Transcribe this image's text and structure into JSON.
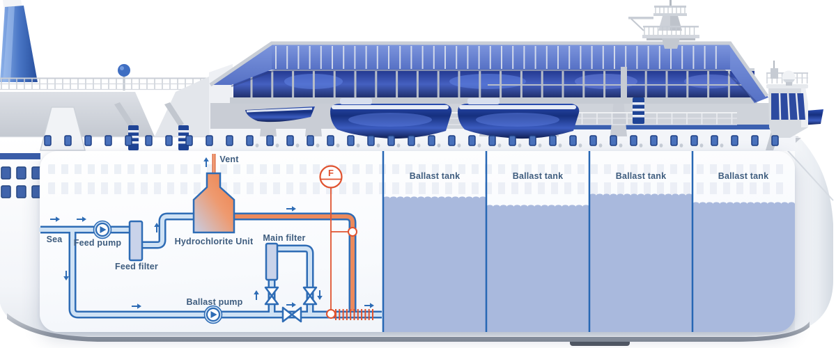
{
  "diagram": {
    "labels": {
      "sea": "Sea",
      "feed_pump": "Feed pump",
      "feed_filter": "Feed filter",
      "hydro_unit": "Hydrochlorite Unit",
      "main_filter": "Main filter",
      "ballast_pump": "Ballast pump",
      "vent": "Vent",
      "flow_meter": "F"
    },
    "tanks": [
      {
        "label": "Ballast tank"
      },
      {
        "label": "Ballast tank"
      },
      {
        "label": "Ballast tank"
      },
      {
        "label": "Ballast tank"
      }
    ],
    "colors": {
      "pipe_blue": "#2e6cb5",
      "pipe_fill": "#cfe2f5",
      "orange_line": "#e0532f",
      "orange_pipe_fill": "#ec8a5c",
      "equipment_fill": "#c9d3ea",
      "tank_water": "#a9b9dd",
      "tank_divider": "#2767b4",
      "label_text": "#3e5c7e"
    }
  }
}
